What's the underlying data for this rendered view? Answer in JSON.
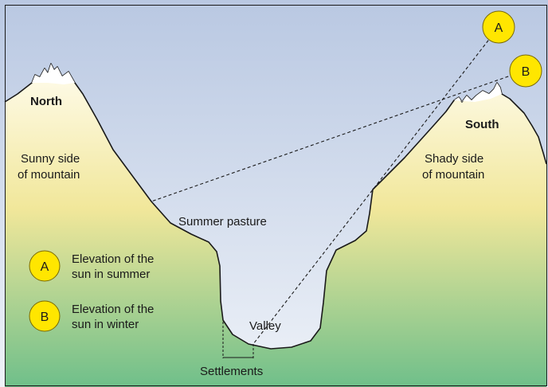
{
  "labels": {
    "north": "North",
    "south": "South",
    "sunny_line1": "Sunny side",
    "sunny_line2": "of mountain",
    "shady_line1": "Shady side",
    "shady_line2": "of mountain",
    "summer_pasture": "Summer pasture",
    "valley": "Valley",
    "settlements": "Settlements"
  },
  "suns": {
    "a": {
      "letter": "A"
    },
    "b": {
      "letter": "B"
    }
  },
  "legend": [
    {
      "letter": "A",
      "line1": "Elevation of the",
      "line2": "sun in summer"
    },
    {
      "letter": "B",
      "line1": "Elevation of the",
      "line2": "sun in winter"
    }
  ],
  "colors": {
    "sky_top": "#b9c8e2",
    "sky_bottom": "#eef2f8",
    "land_top": "#fffcee",
    "land_mid": "#f1e79a",
    "land_bottom": "#6fbf8a",
    "sun_fill": "#ffe600",
    "sun_stroke": "#7a6a00",
    "outline": "#1a1a1a"
  }
}
